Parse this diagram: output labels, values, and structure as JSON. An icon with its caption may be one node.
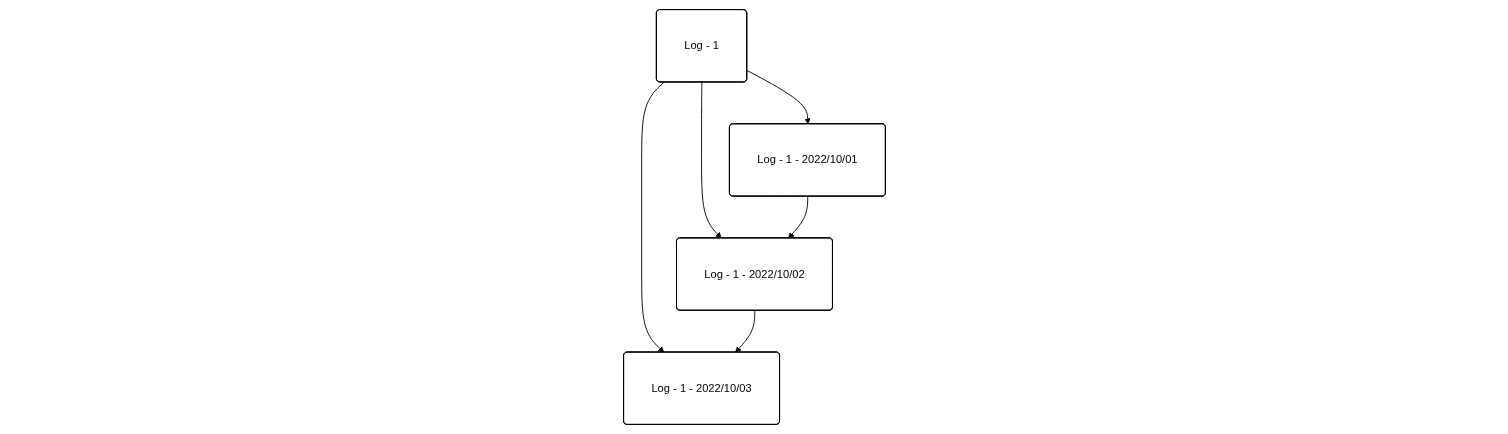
{
  "diagram": {
    "nodes": [
      {
        "text": [
          "Log - 1"
        ]
      },
      {
        "text": [
          "Log - 1 - 2022/10/01"
        ]
      },
      {
        "text": [
          "Log - 1 - 2022/10/02"
        ]
      },
      {
        "text": [
          "Log - 1 - 2022/10/03"
        ]
      }
    ],
    "edges": [
      {
        "from": 0,
        "to": 1,
        "arrow": "to"
      },
      {
        "from": 0,
        "to": 2,
        "arrow": "to"
      },
      {
        "from": 0,
        "to": 3,
        "arrow": "to"
      },
      {
        "from": 1,
        "to": 2,
        "arrow": "to"
      },
      {
        "from": 2,
        "to": 3,
        "arrow": "to"
      }
    ]
  }
}
